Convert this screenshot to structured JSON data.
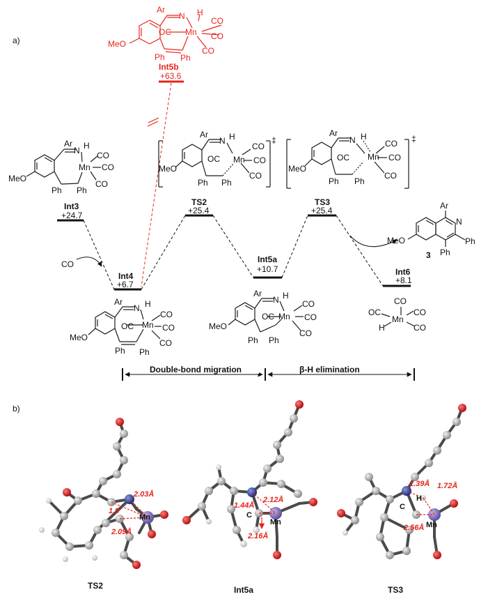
{
  "panel_labels": {
    "a": "a)",
    "b": "b)"
  },
  "states": [
    {
      "id": "Int3",
      "energy": "+24.7"
    },
    {
      "id": "Int4",
      "energy": "+6.7"
    },
    {
      "id": "TS2",
      "energy": "+25.4"
    },
    {
      "id": "Int5a",
      "energy": "+10.7"
    },
    {
      "id": "TS3",
      "energy": "+25.4"
    },
    {
      "id": "Int6",
      "energy": "+8.1"
    },
    {
      "id": "Int5b",
      "energy": "+63.6"
    }
  ],
  "reagent": "CO",
  "product_number": "3",
  "atoms": {
    "ar": "Ar",
    "n": "N",
    "h": "H",
    "co": "CO",
    "oc": "OC",
    "mn": "Mn",
    "ph": "Ph",
    "meo": "MeO",
    "c": "C"
  },
  "ts_mark": "‡",
  "stages": {
    "double_bond": "Double-bond migration",
    "beta_h": "β-H elimination"
  },
  "bond_lengths": {
    "ts2": [
      "2.03Å",
      "1.9",
      "2.09Å"
    ],
    "int5a": [
      "1.44Å",
      "2.12Å",
      "2.16Å"
    ],
    "ts3": [
      "1.39Å",
      "1.72Å",
      "2.56Å"
    ]
  },
  "structure_labels": {
    "ts2": "TS2",
    "int5a": "Int5a",
    "ts3": "TS3"
  },
  "colors": {
    "highlight": "#e8241c",
    "manganese": "#8e7cc3",
    "oxygen": "#d22020",
    "carbon": "#a9a9a9",
    "nitrogen": "#3b4ca8"
  }
}
